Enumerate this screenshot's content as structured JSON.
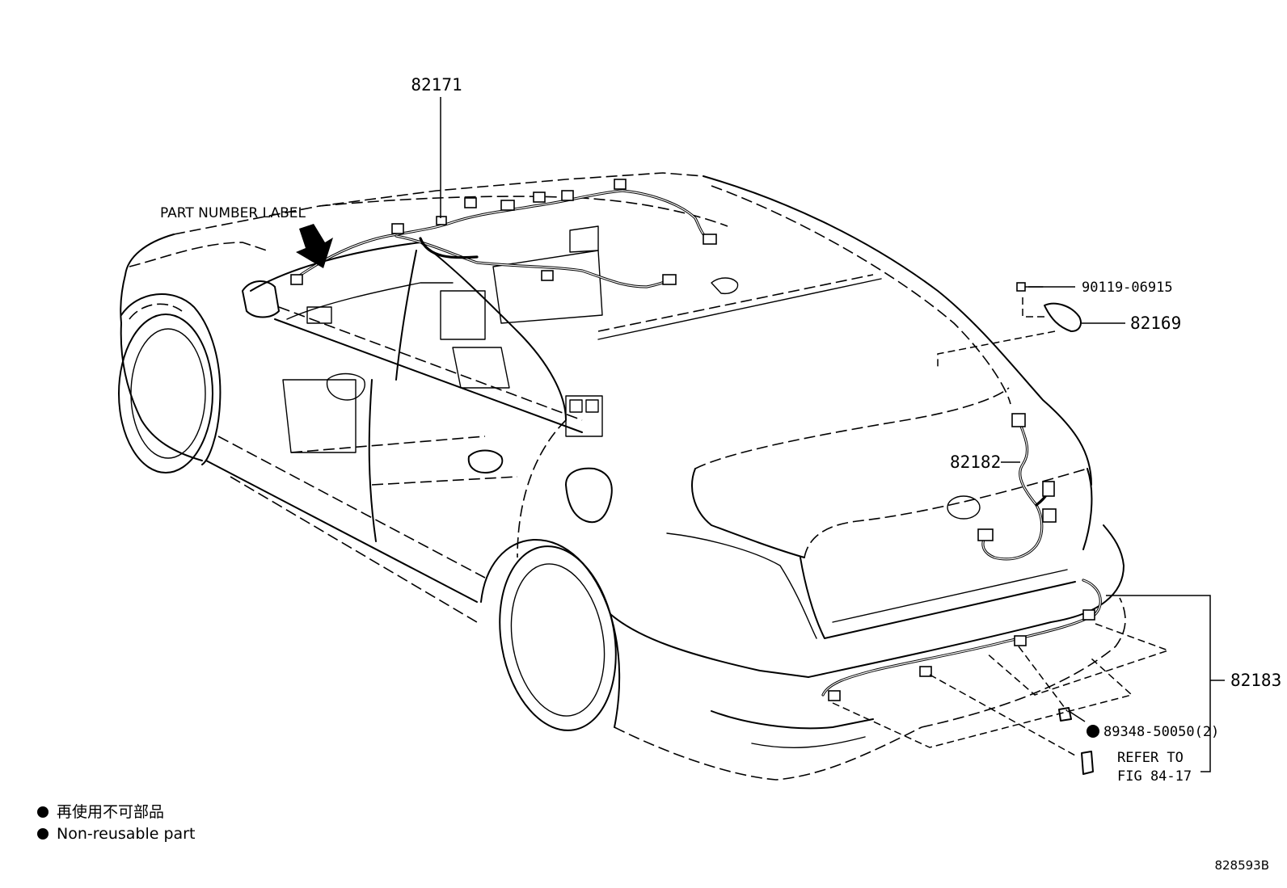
{
  "diagram": {
    "callouts": {
      "harness_roof": "82171",
      "screw": "90119-06915",
      "harness_bracket": "82169",
      "harness_trunk": "82182",
      "harness_bumper": "82183",
      "clamp": "89348-50050(2)",
      "refer_line1": "REFER TO",
      "refer_line2": "FIG 84-17",
      "part_number_label": "PART NUMBER LABEL"
    },
    "legend": {
      "japanese": "再使用不可部品",
      "english": "Non-reusable part"
    },
    "figure_number": "828593B"
  }
}
